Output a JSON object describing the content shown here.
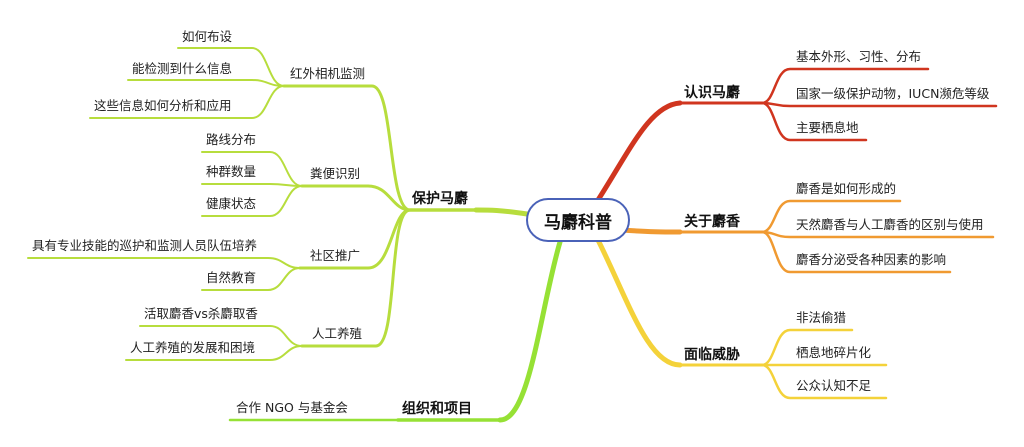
{
  "root": {
    "label": "马麝科普"
  },
  "colors": {
    "root_border": "#4a62b8",
    "red": "#d0351f",
    "orange": "#f09a31",
    "yellow": "#f4d23a",
    "lime": "#b7dd3d",
    "green": "#96e135"
  },
  "branches": {
    "renshi": {
      "title": "认识马麝",
      "items": [
        "基本外形、习性、分布",
        "国家一级保护动物，IUCN濒危等级",
        "主要栖息地"
      ]
    },
    "shexiang": {
      "title": "关于麝香",
      "items": [
        "麝香是如何形成的",
        "天然麝香与人工麝香的区别与使用",
        "麝香分泌受各种因素的影响"
      ]
    },
    "weixie": {
      "title": "面临威胁",
      "items": [
        "非法偷猎",
        "栖息地碎片化",
        "公众认知不足"
      ]
    },
    "baohu": {
      "title": "保护马麝",
      "groups": [
        {
          "title": "红外相机监测",
          "items": [
            "如何布设",
            "能检测到什么信息",
            "这些信息如何分析和应用"
          ]
        },
        {
          "title": "粪便识别",
          "items": [
            "路线分布",
            "种群数量",
            "健康状态"
          ]
        },
        {
          "title": "社区推广",
          "items": [
            "具有专业技能的巡护和监测人员队伍培养",
            "自然教育"
          ]
        },
        {
          "title": "人工养殖",
          "items": [
            "活取麝香vs杀麝取香",
            "人工养殖的发展和困境"
          ]
        }
      ]
    },
    "zuzhi": {
      "title": "组织和项目",
      "items": [
        "合作 NGO 与基金会"
      ]
    }
  }
}
